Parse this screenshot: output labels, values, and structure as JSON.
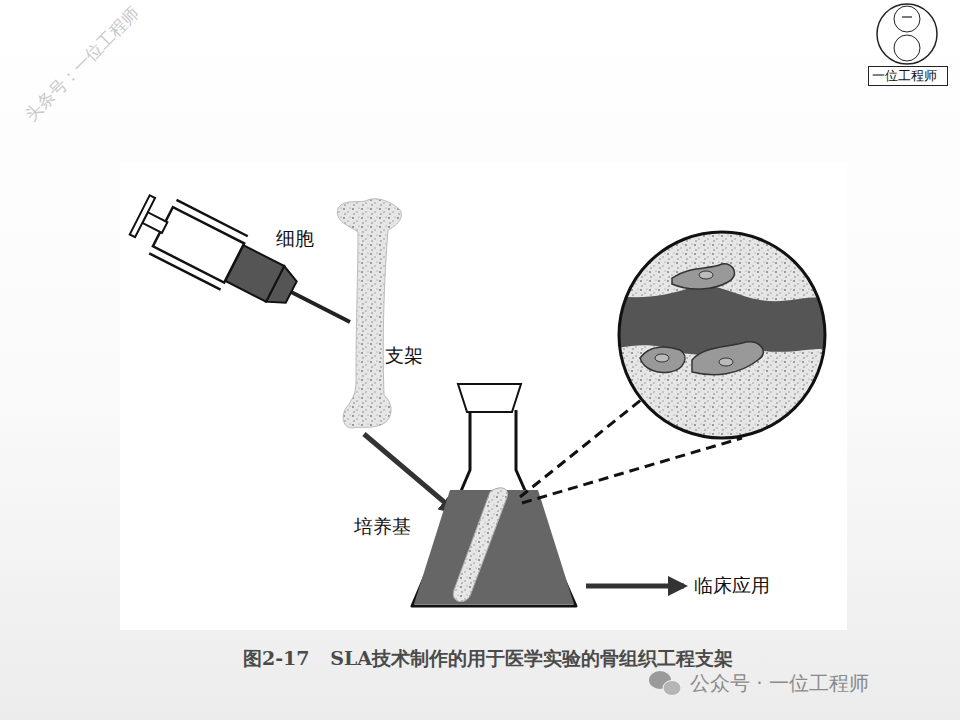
{
  "diagram": {
    "caption": "图2-17 SLA技术制作的用于医学实验的骨组织工程支架",
    "nodes": [
      {
        "text": [
          "一位工程师"
        ]
      }
    ],
    "labels": [
      "头条号：一位工程师",
      "细胞",
      "支架",
      "培养基",
      "临床应用",
      "公众号 · 一位工程师"
    ]
  }
}
